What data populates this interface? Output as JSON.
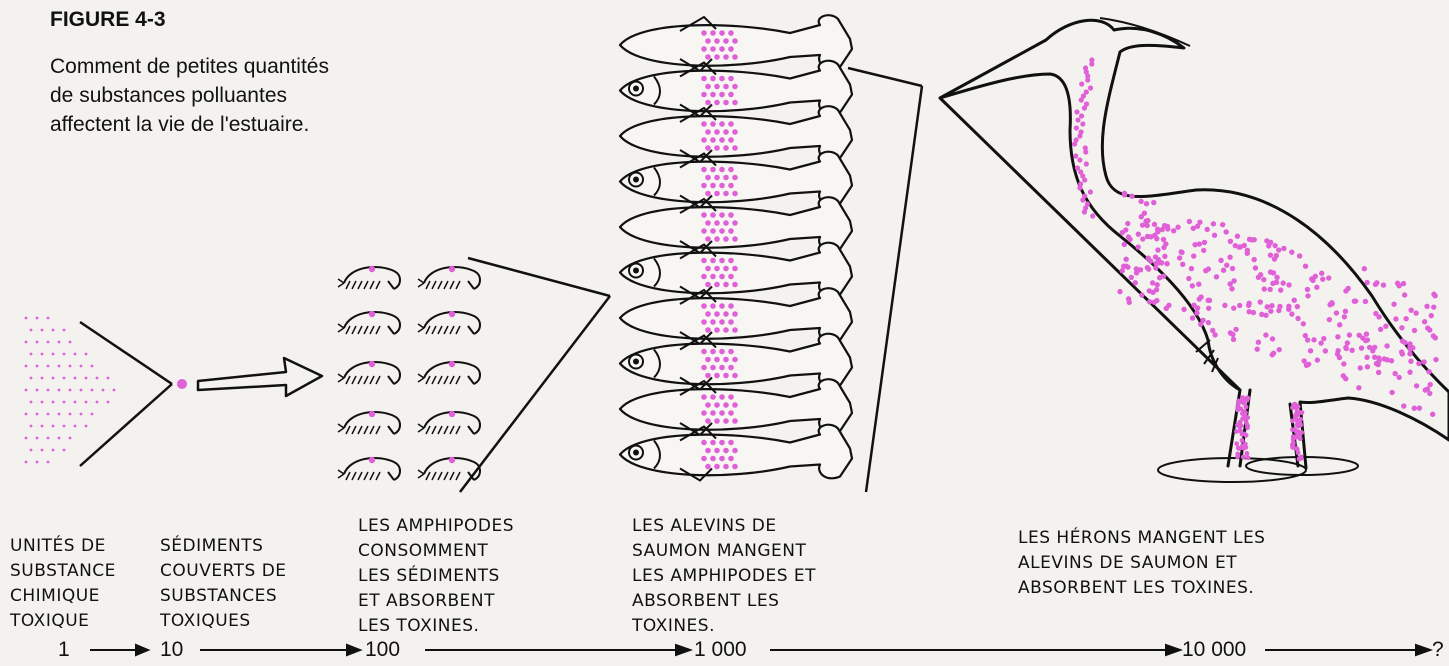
{
  "figure": {
    "label": "FIGURE 4-3",
    "caption": "Comment de petites quantités\nde substances polluantes\naffectent la vie de l'estuaire."
  },
  "stages": [
    {
      "text": "UNITÉS DE\nSUBSTANCE\nCHIMIQUE\nTOXIQUE",
      "value": "1"
    },
    {
      "text": "SÉDIMENTS\nCOUVERTS DE\nSUBSTANCES\nTOXIQUES",
      "value": "10"
    },
    {
      "text": "LES AMPHIPODES\nCONSOMMENT\nLES SÉDIMENTS\nET ABSORBENT\nLES TOXINES.",
      "value": "100"
    },
    {
      "text": "LES ALEVINS DE\nSAUMON MANGENT\nLES AMPHIPODES ET\nABSORBENT LES\nTOXINES.",
      "value": "1 000"
    },
    {
      "text": "LES HÉRONS MANGENT LES\nALEVINS DE SAUMON ET\nABSORBENT LES TOXINES.",
      "value": "10 000"
    },
    {
      "text": "",
      "value": "?"
    }
  ],
  "colors": {
    "toxin": "#e060d8",
    "ink": "#111111",
    "paper": "#f4f2ee"
  }
}
